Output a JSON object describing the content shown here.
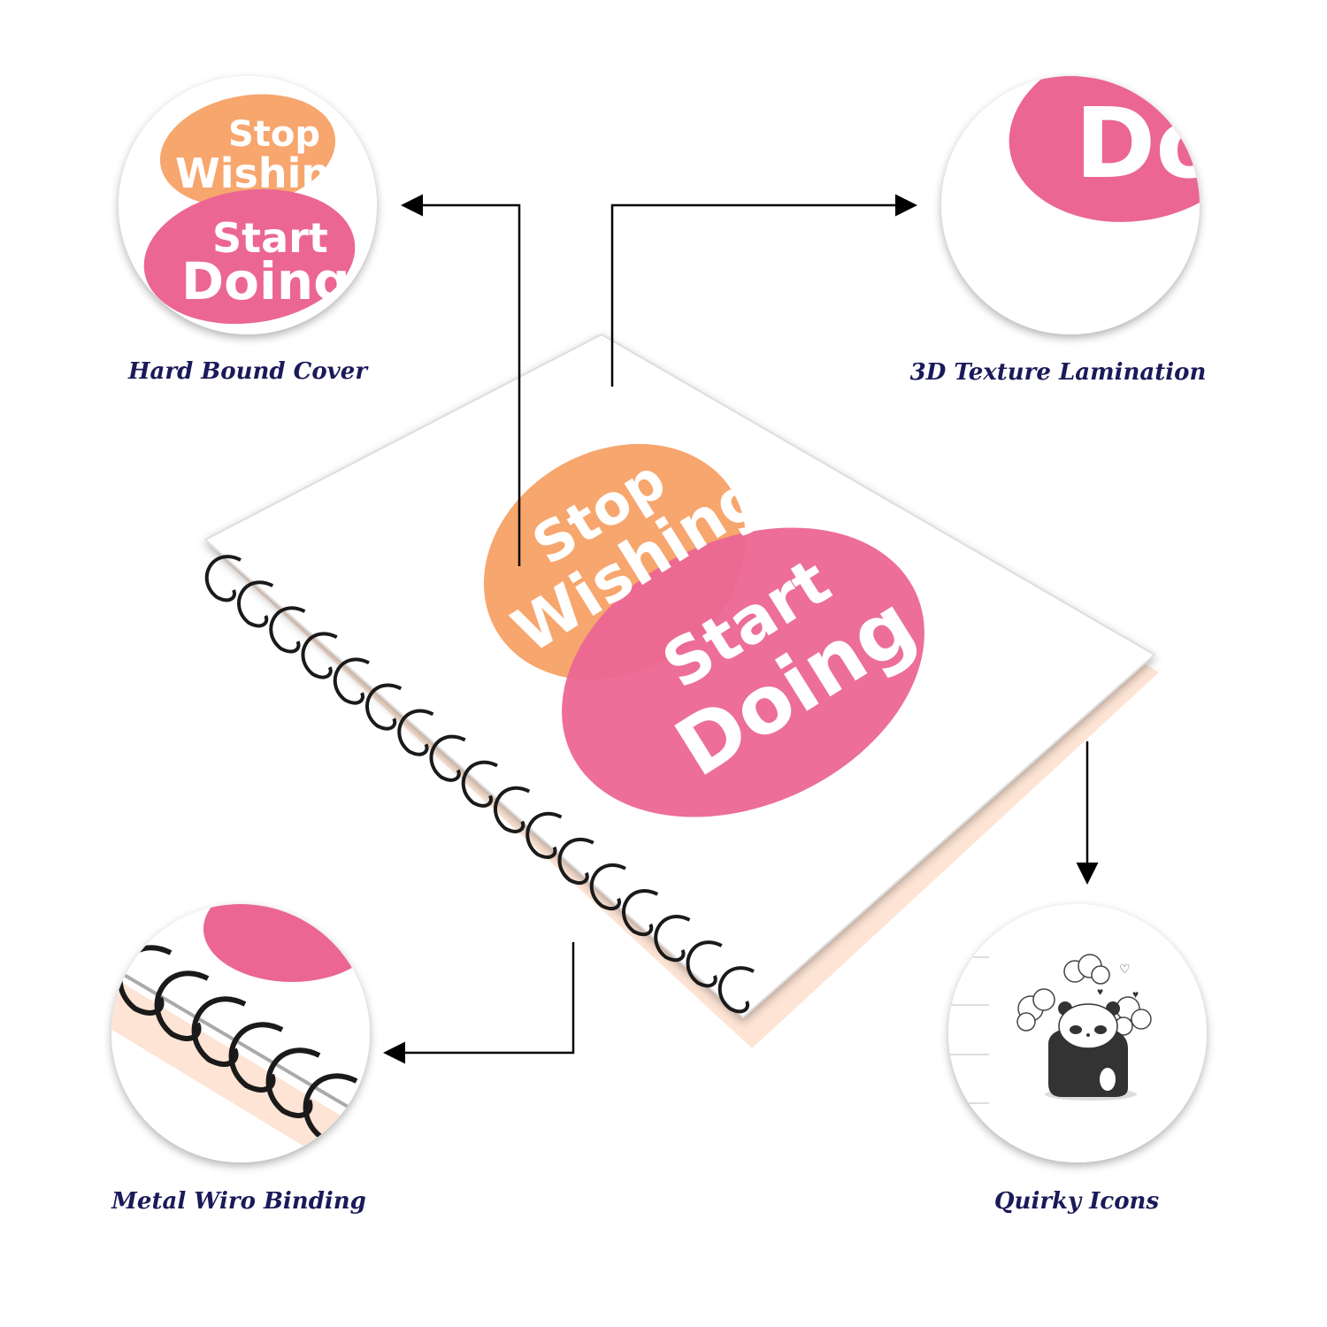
{
  "features": [
    {
      "label": "Hard Bound Cover"
    },
    {
      "label": "3D Texture Lamination"
    },
    {
      "label": "Metal Wiro Binding"
    },
    {
      "label": "Quirky Icons"
    }
  ],
  "cover_art": {
    "line1": "Stop",
    "line2": "Wishing",
    "line3": "Start",
    "line4": "Doing",
    "zoom_fragment": "Do"
  },
  "colors": {
    "orange": "#f7a66e",
    "pink": "#eb6693",
    "label": "#1a1a5a",
    "coil": "#1a1a1a"
  }
}
